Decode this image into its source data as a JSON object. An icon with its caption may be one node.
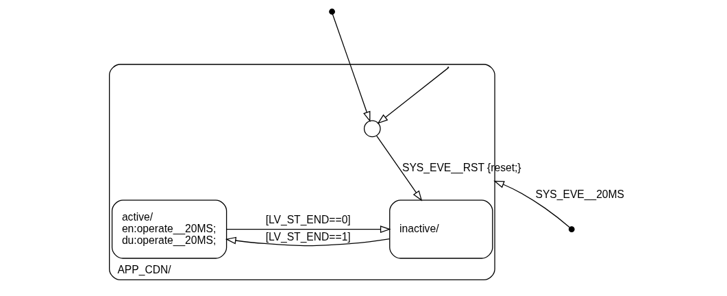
{
  "diagram": {
    "nodes": [
      {
        "text": [
          "APP_CDN/"
        ]
      },
      {
        "text": [
          "active/",
          "en:operate__20MS;",
          "du:operate__20MS;"
        ],
        "in": 0
      },
      {
        "text": [
          "inactive/"
        ],
        "in": 0
      },
      {
        "text": [],
        "shape": "circle",
        "in": 0
      }
    ],
    "edges": [
      {
        "from": null,
        "to": 0,
        "arrow": "to",
        "label": "SYS_EVE__20MS"
      },
      {
        "from": null,
        "to": 3,
        "arrow": "to"
      },
      {
        "from": 0,
        "to": 3,
        "arrow": "to"
      },
      {
        "from": 3,
        "to": 2,
        "arrow": "to",
        "label": "SYS_EVE__RST {reset;}"
      },
      {
        "from": 1,
        "to": 2,
        "arrow": "to",
        "label": "[LV_ST_END==0]"
      },
      {
        "from": 2,
        "to": 1,
        "arrow": "to",
        "label": "[LV_ST_END==1]"
      }
    ]
  }
}
